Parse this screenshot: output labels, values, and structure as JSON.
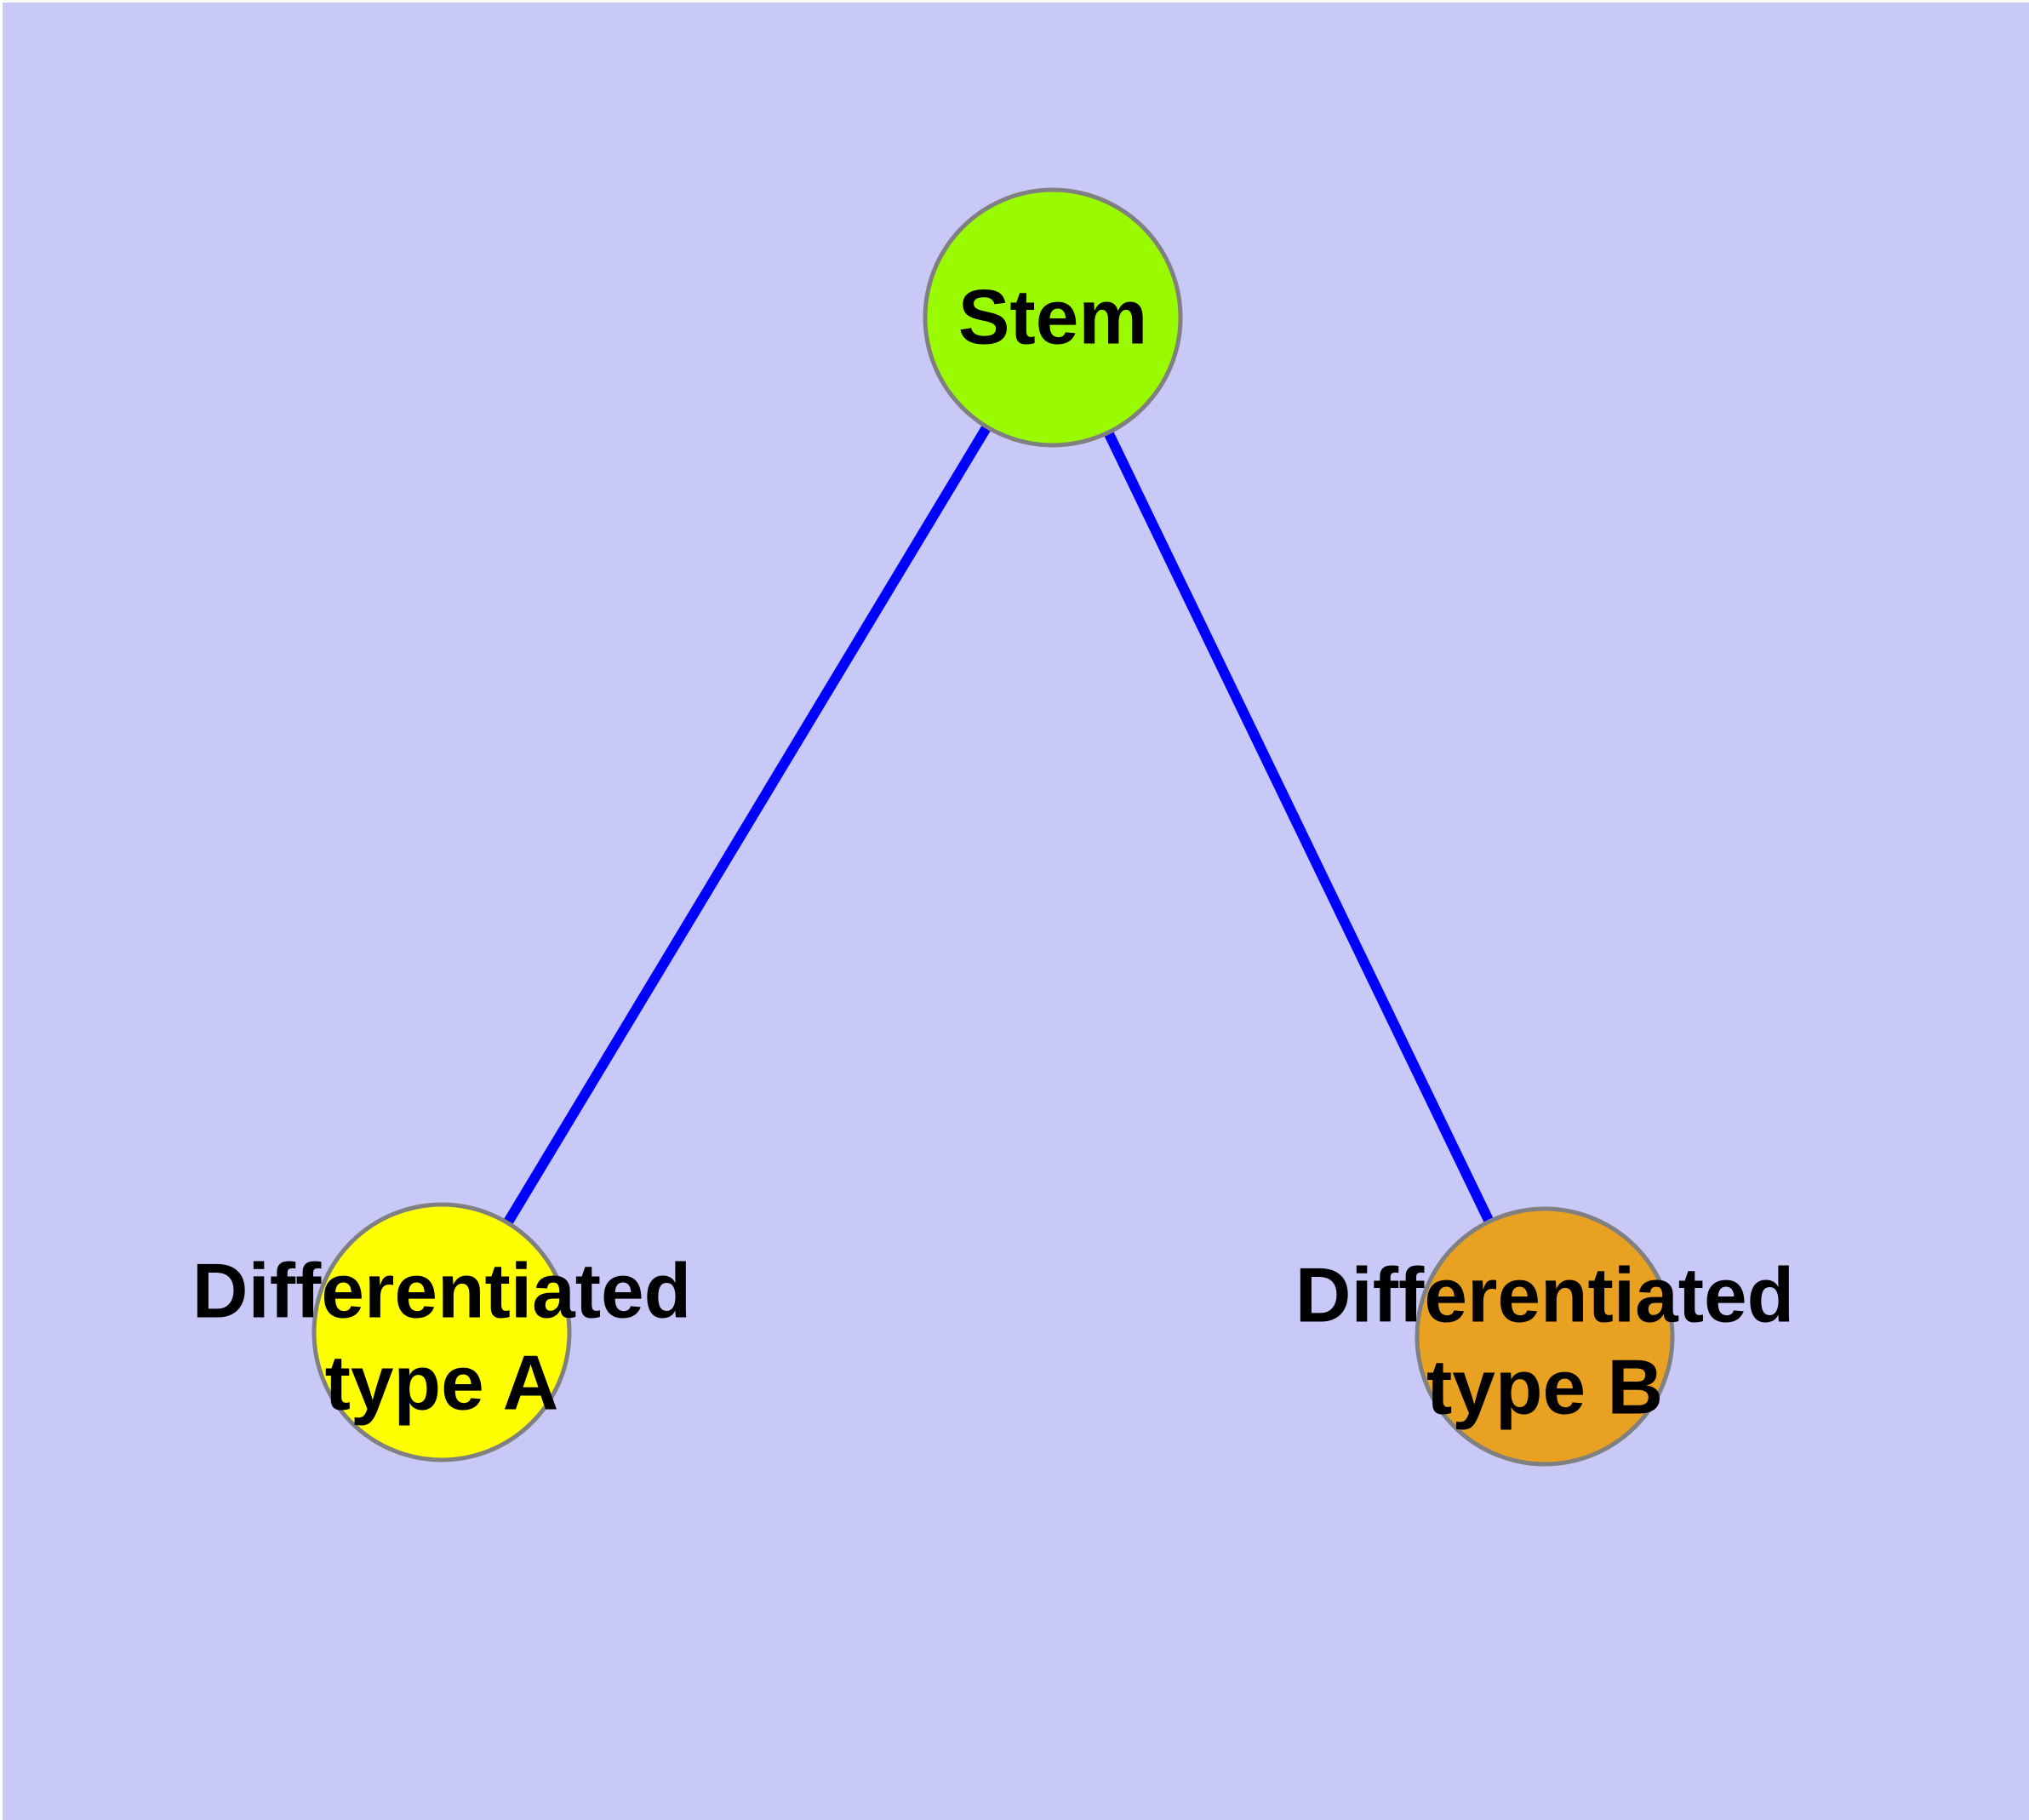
{
  "diagram": {
    "type": "network-graph",
    "description": "Stem cell differentiation tree: one stem node with two differentiated child nodes",
    "background_color": "#C9C9F7",
    "outer_margin_color": "#FFFFFF",
    "edge_color": "#0000FF",
    "node_border_color": "#808080",
    "label_color": "#000000",
    "nodes": [
      {
        "id": "stem",
        "label": "Stem",
        "label_line1": "Stem",
        "label_line2": "",
        "color": "#9AFB00"
      },
      {
        "id": "type-a",
        "label": "Differentiated type A",
        "label_line1": "Differentiated",
        "label_line2": "type A",
        "color": "#FFFF00"
      },
      {
        "id": "type-b",
        "label": "Differentiated type B",
        "label_line1": "Differentiated",
        "label_line2": "type B",
        "color": "#E8A121"
      }
    ],
    "edges": [
      {
        "from": "Stem",
        "to": "Differentiated type A"
      },
      {
        "from": "Stem",
        "to": "Differentiated type B"
      }
    ]
  }
}
